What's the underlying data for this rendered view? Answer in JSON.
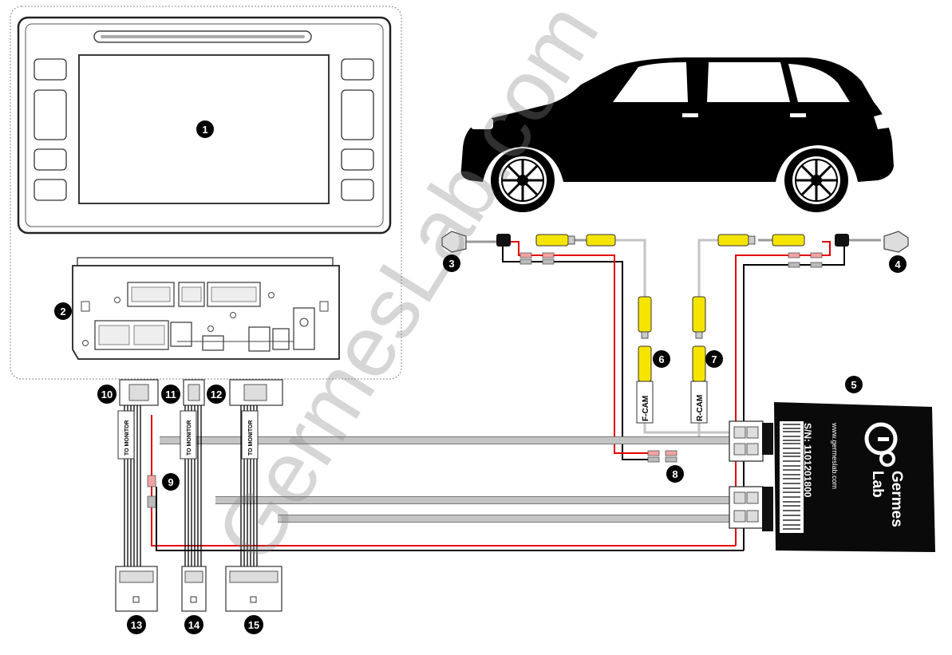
{
  "callouts": [
    "1",
    "2",
    "3",
    "4",
    "5",
    "6",
    "7",
    "8",
    "9",
    "10",
    "11",
    "12",
    "13",
    "14",
    "15"
  ],
  "labels": {
    "to_monitor": "TO MONITOR",
    "f_cam": "F-CAM",
    "r_cam": "R-CAM"
  },
  "module": {
    "brand_line1": "Germes",
    "brand_line2": "Lab",
    "website": "www.germeslab.com",
    "serial": "S/N: 1101201800"
  },
  "watermark": "GermesLab.com",
  "colors": {
    "wire_gray": "#c4c4c4",
    "wire_red": "#e60000",
    "rca_yellow": "#f5e400",
    "ink": "#000000"
  }
}
